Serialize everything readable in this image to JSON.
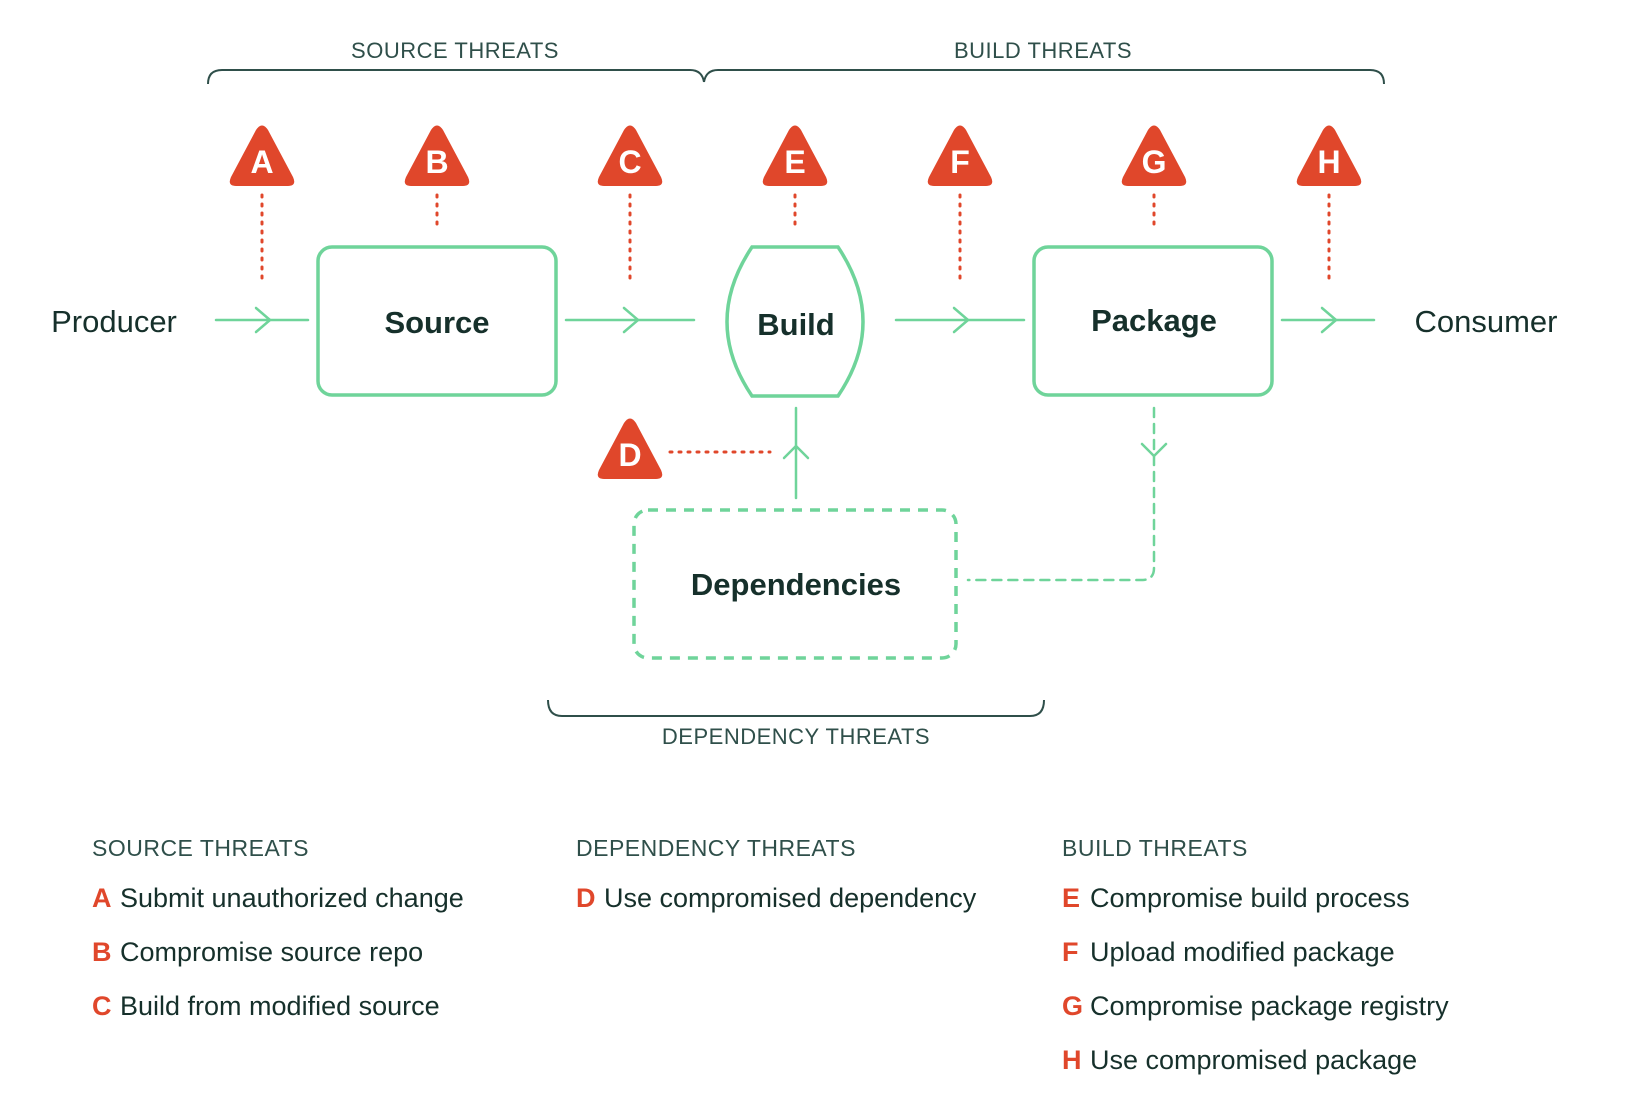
{
  "groups": {
    "source": "SOURCE THREATS",
    "build": "BUILD THREATS",
    "dependency": "DEPENDENCY THREATS"
  },
  "nodes": {
    "producer": "Producer",
    "source": "Source",
    "build": "Build",
    "package": "Package",
    "consumer": "Consumer",
    "dependencies": "Dependencies"
  },
  "markers": {
    "a": "A",
    "b": "B",
    "c": "C",
    "d": "D",
    "e": "E",
    "f": "F",
    "g": "G",
    "h": "H"
  },
  "legend": {
    "source": {
      "title": "SOURCE THREATS",
      "items": [
        {
          "letter": "A",
          "text": "Submit unauthorized change"
        },
        {
          "letter": "B",
          "text": "Compromise source repo"
        },
        {
          "letter": "C",
          "text": "Build from modified source"
        }
      ]
    },
    "dependency": {
      "title": "DEPENDENCY THREATS",
      "items": [
        {
          "letter": "D",
          "text": "Use compromised dependency"
        }
      ]
    },
    "build": {
      "title": "BUILD THREATS",
      "items": [
        {
          "letter": "E",
          "text": "Compromise build process"
        },
        {
          "letter": "F",
          "text": "Upload modified package"
        },
        {
          "letter": "G",
          "text": "Compromise package registry"
        },
        {
          "letter": "H",
          "text": "Use compromised package"
        }
      ]
    }
  },
  "colors": {
    "threat": "#e0472b",
    "flow": "#6fd49a",
    "text": "#16302b",
    "bracket": "#2f4f4a"
  }
}
